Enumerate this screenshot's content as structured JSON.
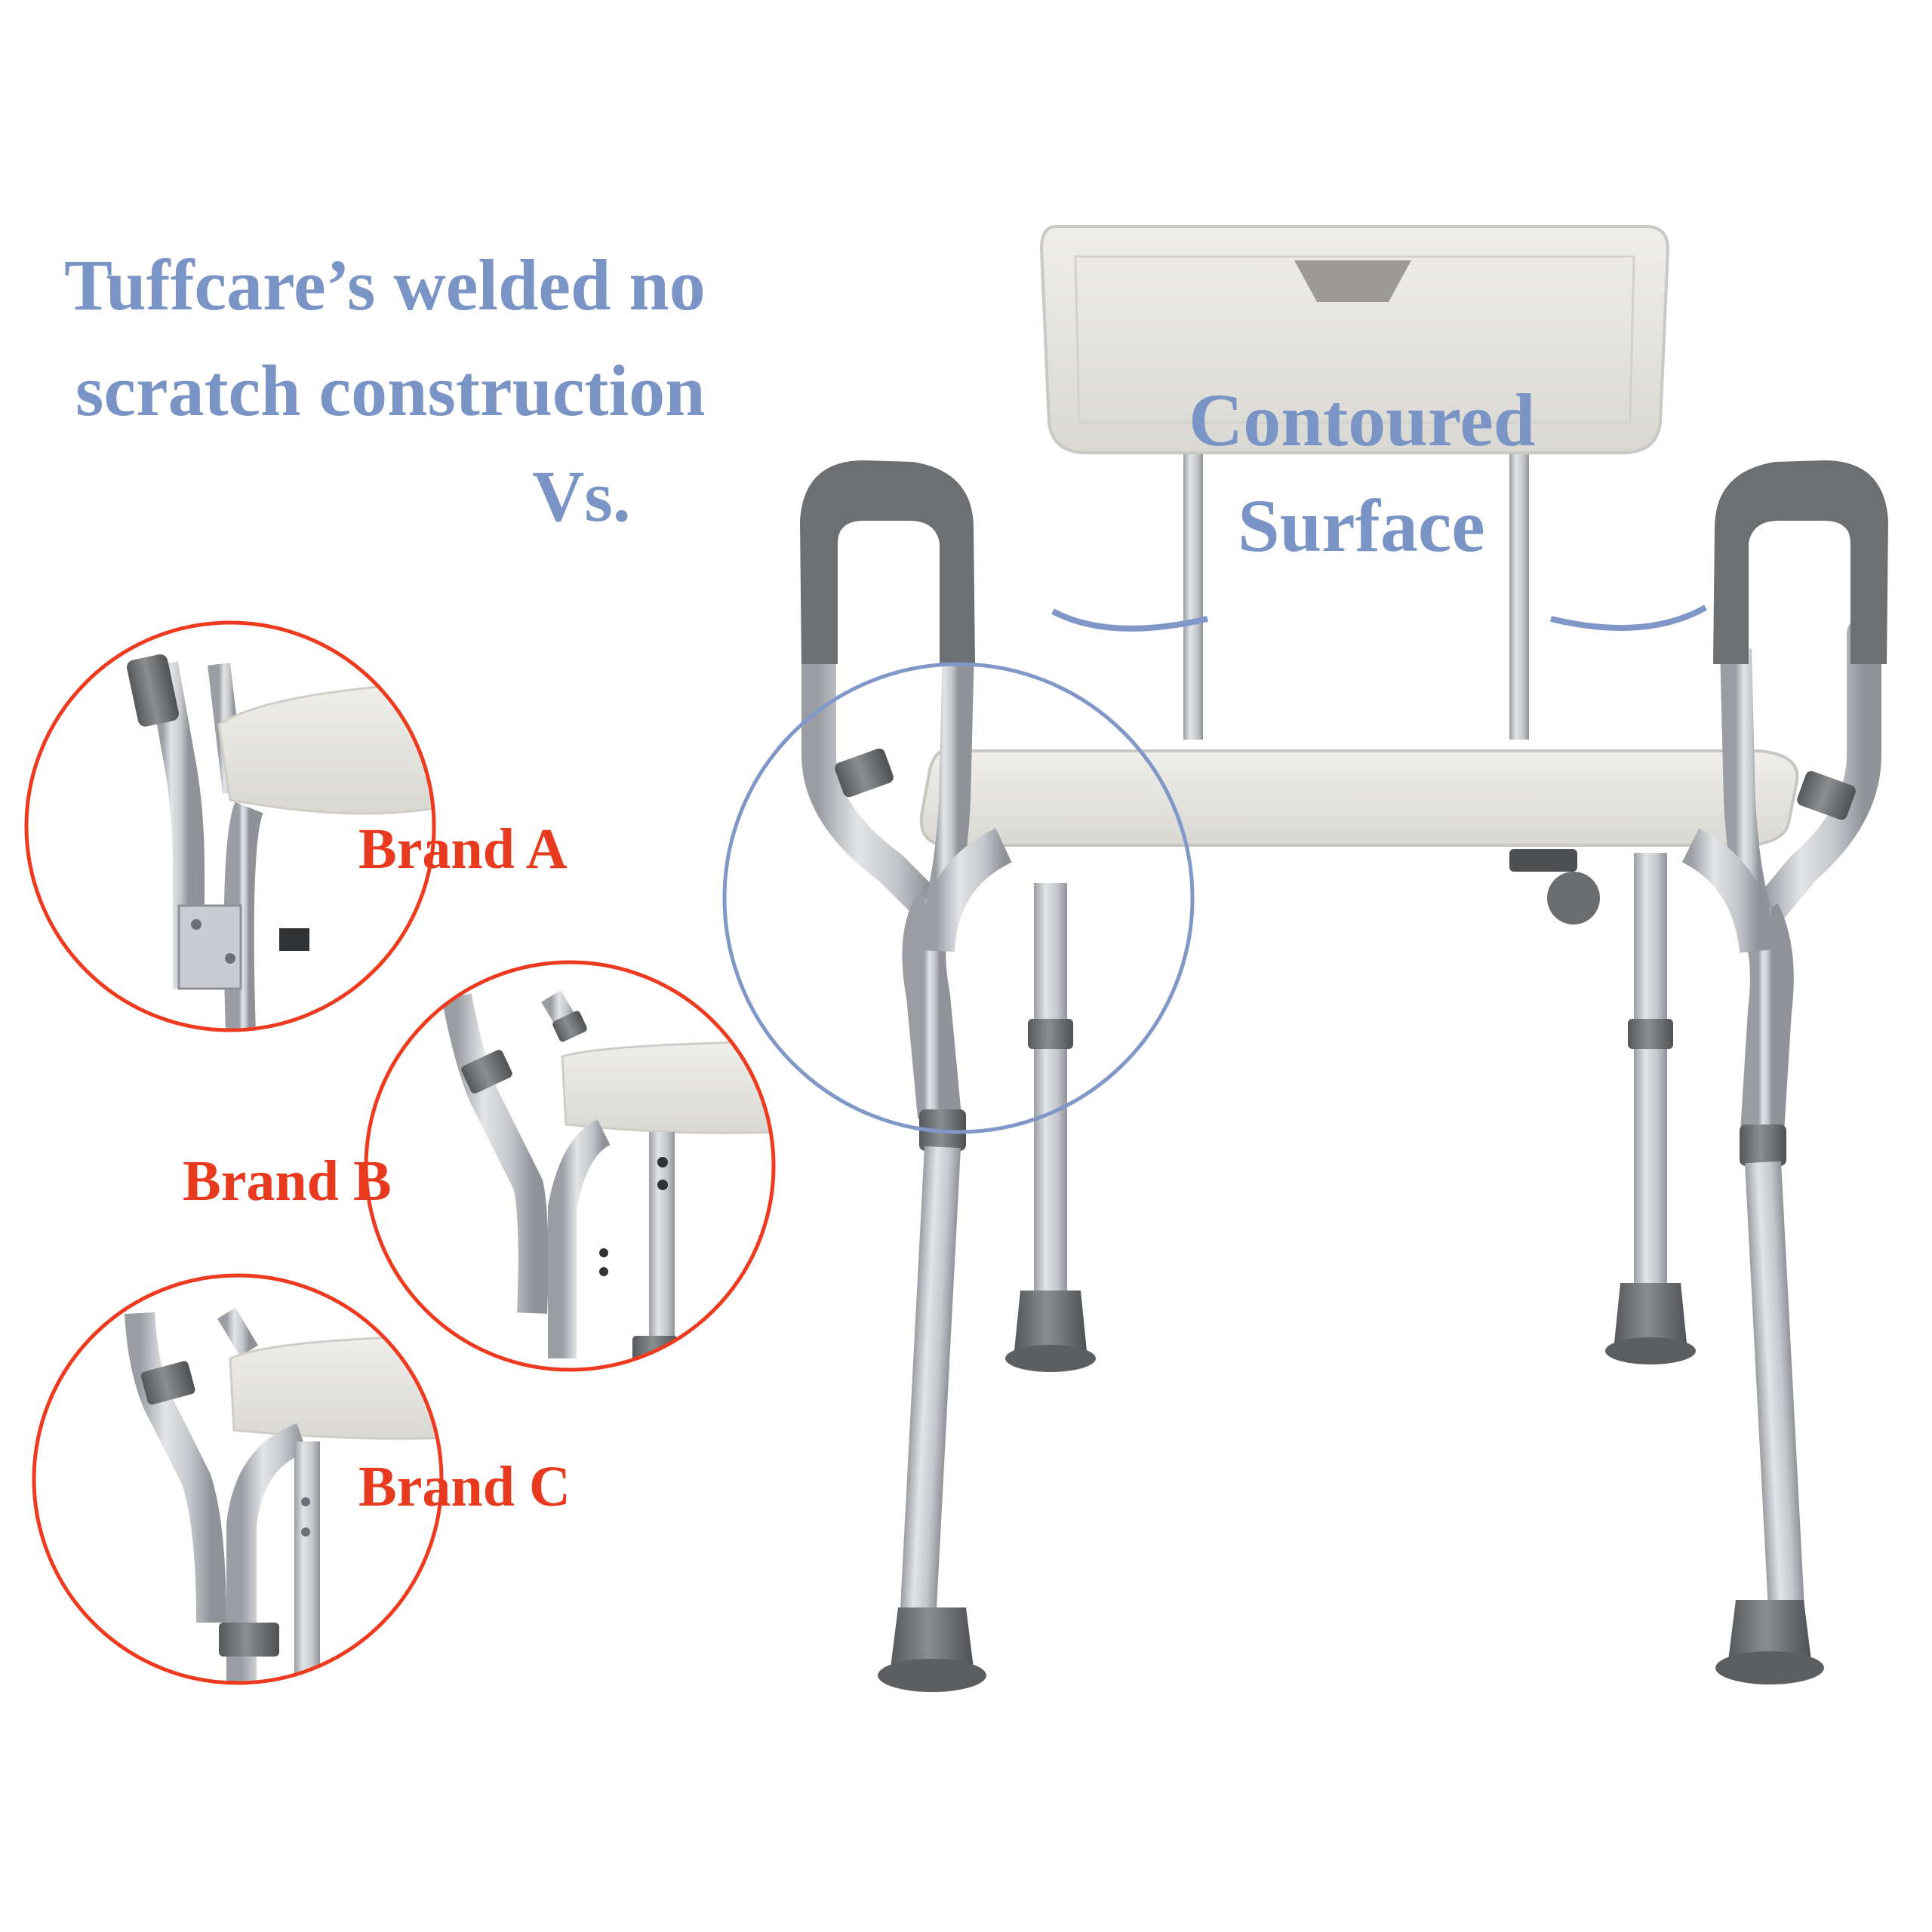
{
  "headline": {
    "line1": "Tuffcare’s  welded no",
    "line2": "scratch construction",
    "line3": "Vs."
  },
  "callout": {
    "line1": "Contoured",
    "line2": "Surface"
  },
  "brands": {
    "a": "Brand A",
    "b": "Brand B",
    "c": "Brand C"
  },
  "colors": {
    "headline": "#7a94c6",
    "brand_label": "#e83a1e",
    "brand_ring": "#ee3b1f",
    "highlight_ring": "#8097c8",
    "aluminum": "#c9ccd0",
    "aluminum_shadow": "#8d9196",
    "rubber": "#6f7376",
    "plastic": "#e9e7e2"
  }
}
